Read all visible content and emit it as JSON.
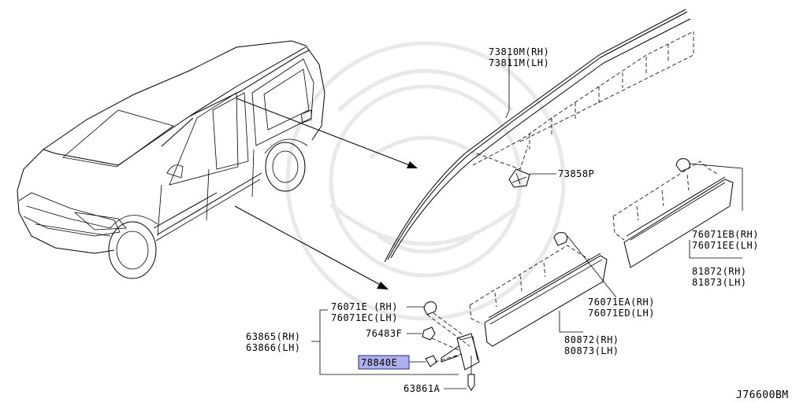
{
  "labels": {
    "l73810": "73810M(RH)",
    "l73811": "73811M(LH)",
    "l73858": "73858P",
    "l76071eb": "76071EB(RH)",
    "l76071ee": "76071EE(LH)",
    "l81872": "81872(RH)",
    "l81873": "81873(LH)",
    "l76071ea": "76071EA(RH)",
    "l76071ed": "76071ED(LH)",
    "l80872": "80872(RH)",
    "l80873": "80873(LH)",
    "l76071e": "76071E (RH)",
    "l76071ec": "76071EC(LH)",
    "l76483": "76483F",
    "l63865": "63865(RH)",
    "l63866": "63866(LH)",
    "l78840": "78840E",
    "l63861": "63861A",
    "ref": "J76600BM"
  },
  "colors": {
    "highlight": "#aeb0ee",
    "line": "#000000",
    "watermark": "#e9e9e9"
  }
}
